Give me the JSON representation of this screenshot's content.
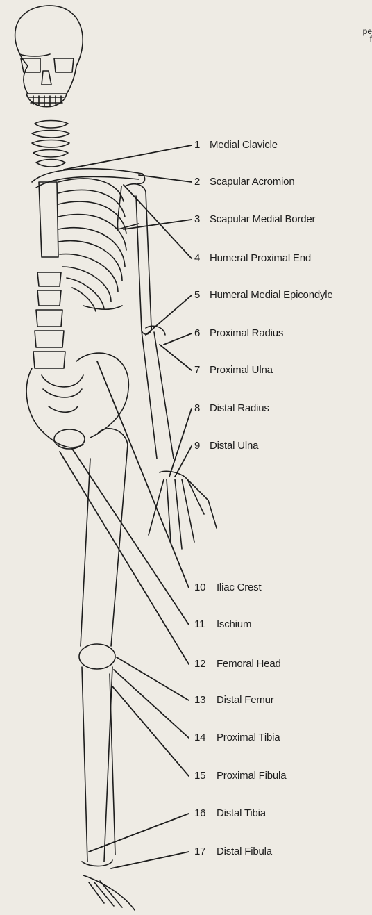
{
  "landmarks": [
    {
      "number": "1",
      "name": "Medial Clavicle"
    },
    {
      "number": "2",
      "name": "Scapular Acromion"
    },
    {
      "number": "3",
      "name": "Scapular Medial Border"
    },
    {
      "number": "4",
      "name": "Humeral Proximal End"
    },
    {
      "number": "5",
      "name": "Humeral Medial Epicondyle"
    },
    {
      "number": "6",
      "name": "Proximal Radius"
    },
    {
      "number": "7",
      "name": "Proximal Ulna"
    },
    {
      "number": "8",
      "name": "Distal Radius"
    },
    {
      "number": "9",
      "name": "Distal Ulna"
    },
    {
      "number": "10",
      "name": "Iliac Crest"
    },
    {
      "number": "11",
      "name": "Ischium"
    },
    {
      "number": "12",
      "name": "Femoral Head"
    },
    {
      "number": "13",
      "name": "Distal Femur"
    },
    {
      "number": "14",
      "name": "Proximal Tibia"
    },
    {
      "number": "15",
      "name": "Proximal Fibula"
    },
    {
      "number": "16",
      "name": "Distal Tibia"
    },
    {
      "number": "17",
      "name": "Distal Fibula"
    }
  ],
  "cropped_text": [
    "pe",
    "f"
  ],
  "colors": {
    "background": "#eeebe4",
    "ink": "#1d1d1d"
  }
}
